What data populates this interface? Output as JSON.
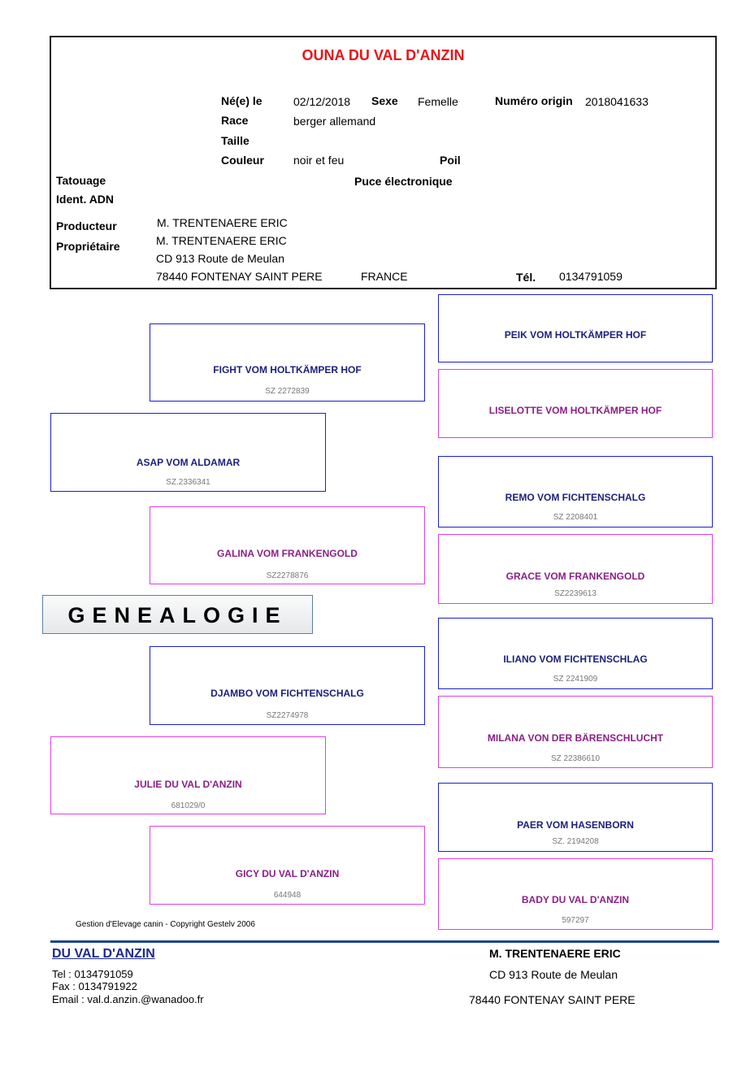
{
  "header": {
    "dog_name": "OUNA DU VAL D'ANZIN",
    "born_label": "Né(e) le",
    "born_value": "02/12/2018",
    "sex_label": "Sexe",
    "sex_value": "Femelle",
    "number_label": "Numéro origin",
    "number_value": "2018041633",
    "race_label": "Race",
    "race_value": "berger allemand",
    "size_label": "Taille",
    "color_label": "Couleur",
    "color_value": "noir et feu",
    "coat_label": "Poil",
    "tattoo_label": "Tatouage",
    "chip_label": "Puce électronique",
    "dna_label": "Ident. ADN",
    "producer_label": "Producteur",
    "producer_value": "M. TRENTENAERE ERIC",
    "owner_label": "Propriétaire",
    "owner_value": "M. TRENTENAERE ERIC",
    "owner_address1": "CD  913 Route de Meulan",
    "owner_address2": "78440 FONTENAY SAINT PERE",
    "owner_country": "FRANCE",
    "tel_label": "Tél.",
    "tel_value": "0134791059"
  },
  "pedigree": {
    "sire": {
      "name": "ASAP VOM ALDAMAR",
      "reg": "SZ.2336341"
    },
    "sire_sire": {
      "name": "FIGHT VOM HOLTKÄMPER HOF",
      "reg": "SZ 2272839"
    },
    "sire_dam": {
      "name": "GALINA VOM FRANKENGOLD",
      "reg": "SZ2278876"
    },
    "dam": {
      "name": "JULIE  DU VAL D'ANZIN",
      "reg": "681029/0"
    },
    "dam_sire": {
      "name": "DJAMBO VOM FICHTENSCHALG",
      "reg": "SZ2274978"
    },
    "dam_dam": {
      "name": "GICY DU VAL D'ANZIN",
      "reg": "644948"
    },
    "gen3": [
      {
        "name": "PEIK VOM HOLTKÄMPER HOF",
        "reg": ""
      },
      {
        "name": "LISELOTTE VOM HOLTKÄMPER HOF",
        "reg": ""
      },
      {
        "name": "REMO VOM FICHTENSCHALG",
        "reg": "SZ 2208401"
      },
      {
        "name": "GRACE VOM FRANKENGOLD",
        "reg": "SZ2239613"
      },
      {
        "name": "ILIANO VOM FICHTENSCHLAG",
        "reg": "SZ 2241909"
      },
      {
        "name": "MILANA VON DER BÄRENSCHLUCHT",
        "reg": "SZ 22386610"
      },
      {
        "name": "PAER VOM  HASENBORN",
        "reg": "SZ. 2194208"
      },
      {
        "name": "BADY DU VAL D'ANZIN",
        "reg": "597297"
      }
    ]
  },
  "banner": "GENEALOGIE",
  "footer": {
    "copyright": "Gestion d'Elevage canin - Copyright Gestelv 2006",
    "kennel": "DU VAL D'ANZIN",
    "tel": "Tel : 0134791059",
    "fax": "Fax : 0134791922",
    "email": "Email : val.d.anzin.@wanadoo.fr",
    "owner_name": "M. TRENTENAERE ERIC",
    "owner_address1": "CD  913 Route de Meulan",
    "owner_address2": "78440   FONTENAY SAINT PERE"
  }
}
